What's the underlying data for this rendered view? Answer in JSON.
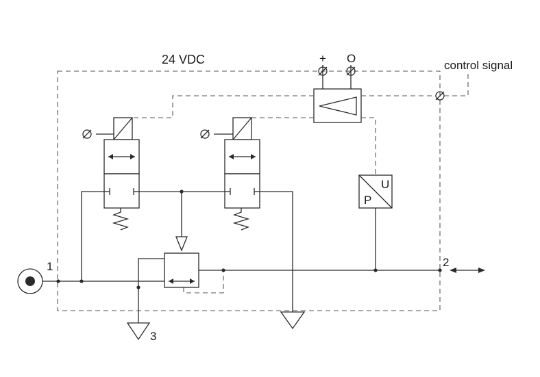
{
  "diagram": {
    "labels": {
      "supply_voltage": "24 VDC",
      "plus_terminal": "+",
      "zero_terminal": "O",
      "control_signal": "control signal",
      "port_1": "1",
      "port_2": "2",
      "port_3": "3",
      "transducer_p": "P",
      "transducer_u": "U"
    }
  }
}
